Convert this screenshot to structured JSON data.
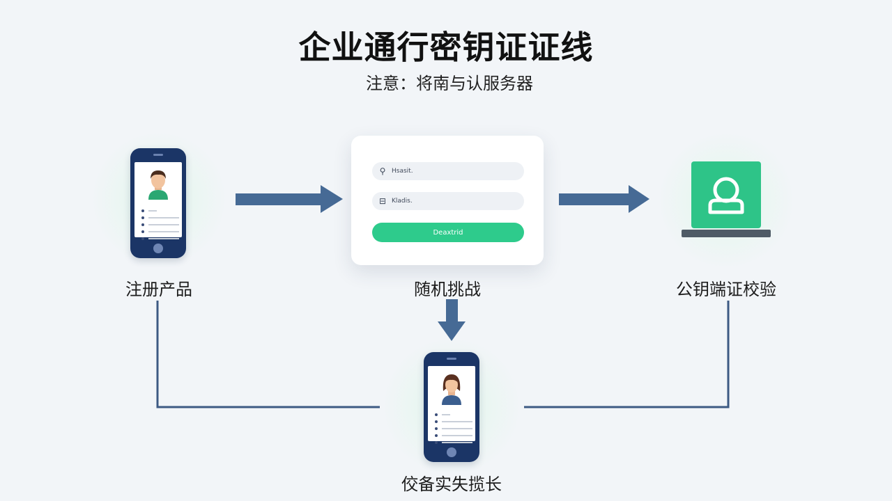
{
  "title": "企业通行密钥证证线",
  "subtitle": "注意：将南与认服务器",
  "nodes": {
    "register": {
      "label": "注册产品"
    },
    "challenge": {
      "label": "随机挑战",
      "fields": [
        {
          "icon": "search-icon",
          "glyph": "⚲",
          "text": "Hsasit."
        },
        {
          "icon": "key-icon",
          "glyph": "⊟",
          "text": "Kladis."
        }
      ],
      "button_label": "Deaxtrid"
    },
    "verify": {
      "label": "公钥端证校验"
    },
    "device": {
      "label": "佼备实失揽长"
    }
  },
  "colors": {
    "arrow": "#466a95",
    "connector": "#3d5a83",
    "accent_green": "#2ecb8c",
    "phone_body": "#1b3566"
  }
}
